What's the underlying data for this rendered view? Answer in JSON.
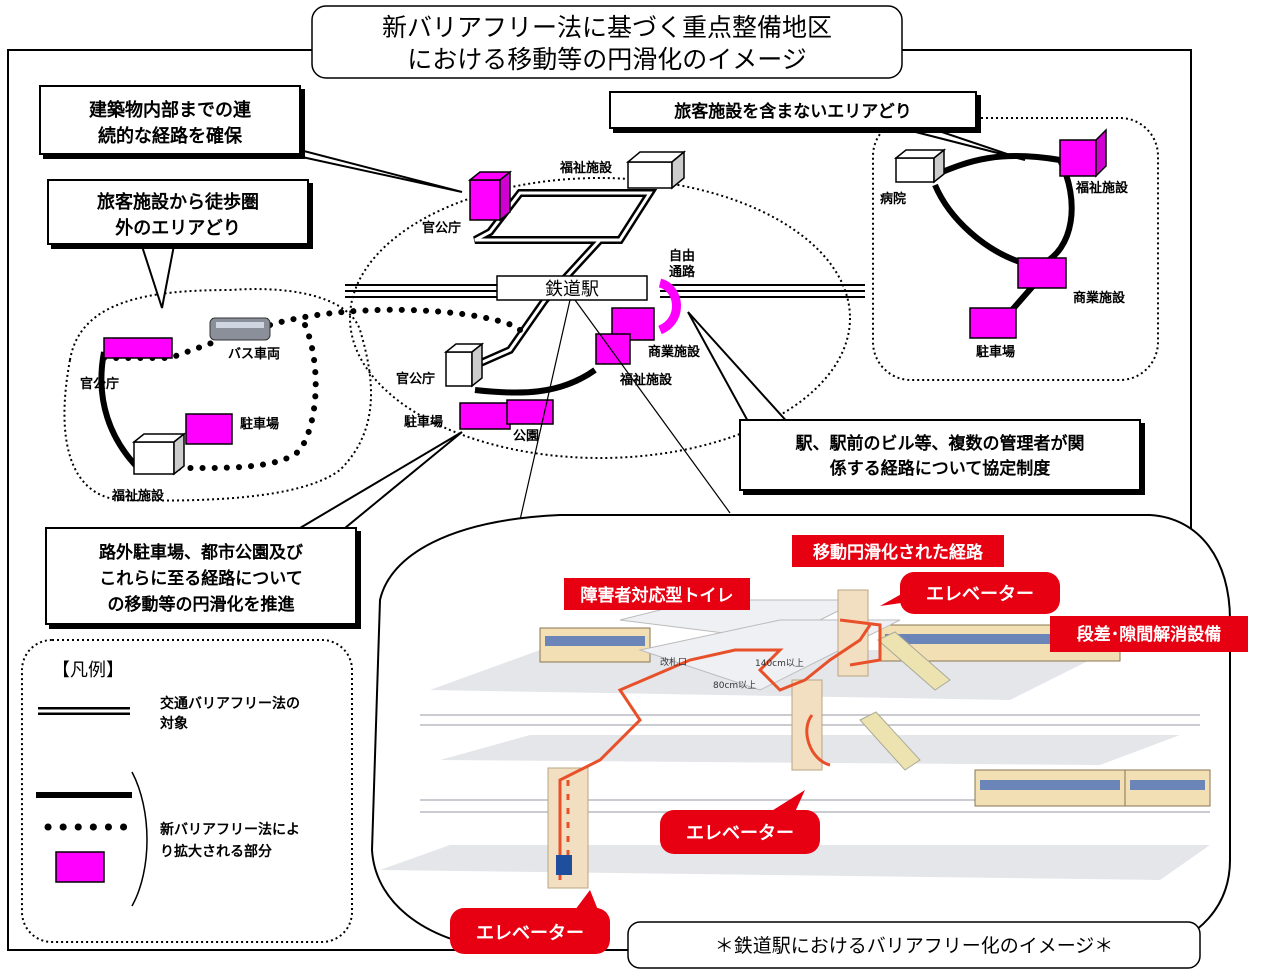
{
  "title": {
    "line1": "新バリアフリー法に基づく重点整備地区",
    "line2": "における移動等の円滑化のイメージ"
  },
  "callouts": {
    "building_line1": "建築物内部までの連",
    "building_line2": "続的な経路を確保",
    "walk_line1": "旅客施設から徒歩圏",
    "walk_line2": "外のエリアどり",
    "no_passenger": "旅客施設を含まないエリアどり",
    "agreement_line1": "駅、駅前のビル等、複数の管理者が関",
    "agreement_line2": "係する経路について協定制度",
    "parking_line1": "路外駐車場、都市公園及び",
    "parking_line2": "これらに至る経路について",
    "parking_line3": "の移動等の円滑化を推進"
  },
  "map_labels": {
    "station": "鉄道駅",
    "free_passage_1": "自由",
    "free_passage_2": "通路",
    "welfare": "福祉施設",
    "government": "官公庁",
    "commercial": "商業施設",
    "parking": "駐車場",
    "park": "公園",
    "bus": "バス車両",
    "hospital": "病院"
  },
  "legend": {
    "title": "【凡例】",
    "item1_line1": "交通バリアフリー法の",
    "item1_line2": "対象",
    "item2_line1": "新バリアフリー法によ",
    "item2_line2": "り拡大される部分"
  },
  "station_image": {
    "route_label": "移動円滑化された経路",
    "toilet_label": "障害者対応型トイレ",
    "elevator_label": "エレベーター",
    "step_label": "段差･隙間解消設備",
    "gate_label": "改札口",
    "dim1": "140cm以上",
    "dim2": "80cm以上",
    "caption": "＊鉄道駅におけるバリアフリー化のイメージ＊"
  },
  "colors": {
    "magenta": "#ff00ff",
    "red_label": "#e60012",
    "route_red": "#e8502a"
  }
}
